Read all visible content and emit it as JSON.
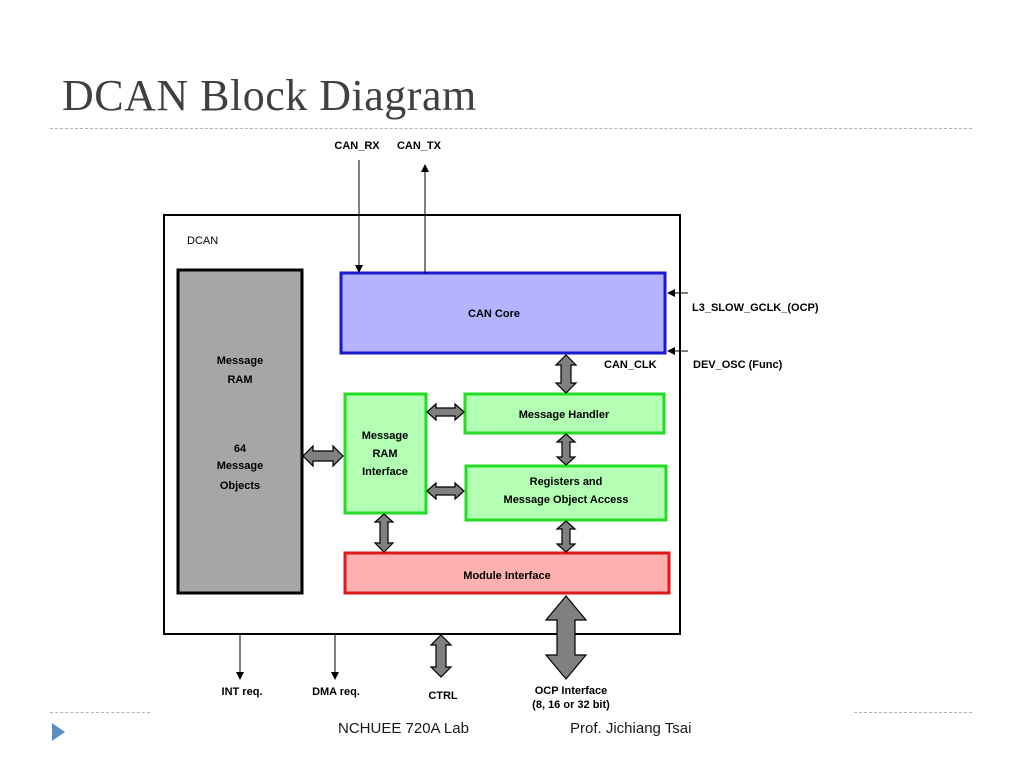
{
  "slide": {
    "title": "DCAN Block Diagram"
  },
  "diagram": {
    "outer_label": "DCAN",
    "signals": {
      "can_rx": "CAN_RX",
      "can_tx": "CAN_TX",
      "l3_clk": "L3_SLOW_GCLK_(OCP)",
      "can_clk": "CAN_CLK",
      "dev_osc": "DEV_OSC (Func)",
      "int_req": "INT req.",
      "dma_req": "DMA req.",
      "ctrl": "CTRL",
      "ocp_line1": "OCP Interface",
      "ocp_line2": "(8, 16 or 32 bit)"
    },
    "blocks": {
      "message_ram": {
        "line1": "Message",
        "line2": "RAM",
        "line3": "64",
        "line4": "Message",
        "line5": "Objects"
      },
      "can_core": "CAN Core",
      "message_ram_interface": {
        "line1": "Message",
        "line2": "RAM",
        "line3": "Interface"
      },
      "message_handler": "Message Handler",
      "registers": {
        "line1": "Registers and",
        "line2": "Message Object Access"
      },
      "module_interface": "Module Interface"
    },
    "colors": {
      "message_ram_fill": "#a6a6a6",
      "can_core_fill": "#b3b3ff",
      "can_core_border": "#1a1acc",
      "green_fill": "#b3ffb3",
      "green_border": "#22dd22",
      "module_fill": "#ffb0b0",
      "module_border": "#dd1a1a",
      "arrow_fill": "#808080"
    }
  },
  "footer": {
    "lab": "NCHUEE 720A Lab",
    "prof": "Prof. Jichiang Tsai"
  }
}
